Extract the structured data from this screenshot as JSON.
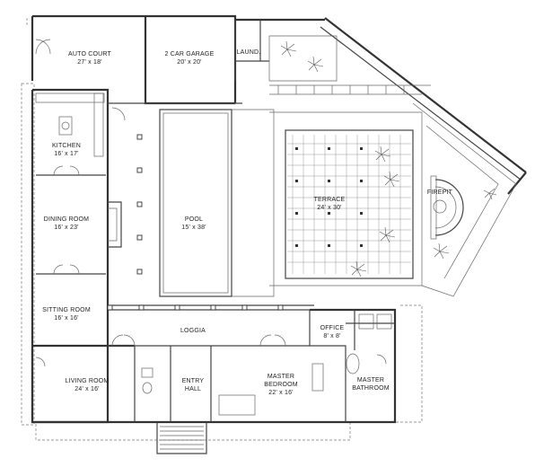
{
  "rooms": {
    "auto_court": {
      "name": "AUTO COURT",
      "size": "27' x 18'"
    },
    "garage": {
      "name": "2 CAR GARAGE",
      "size": "20' x 20'"
    },
    "laundry": {
      "name": "LAUND."
    },
    "kitchen": {
      "name": "KITCHEN",
      "size": "16' x 17'"
    },
    "dining": {
      "name": "DINING ROOM",
      "size": "16' x 23'"
    },
    "sitting": {
      "name": "SITTING ROOM",
      "size": "16' x 16'"
    },
    "pool": {
      "name": "POOL",
      "size": "15' x 38'"
    },
    "terrace": {
      "name": "TERRACE",
      "size": "24' x 30'"
    },
    "firepit": {
      "name": "FIREPIT"
    },
    "loggia": {
      "name": "LOGGIA"
    },
    "office": {
      "name": "OFFICE",
      "size": "8' x 8'"
    },
    "living": {
      "name": "LIVING ROOM",
      "size": "24' x 16'"
    },
    "entry": {
      "name": "ENTRY",
      "sub": "HALL"
    },
    "master_bedroom": {
      "name": "MASTER",
      "sub": "BEDROOM",
      "size": "22' x 16'"
    },
    "master_bathroom": {
      "name": "MASTER",
      "sub": "BATHROOM"
    }
  }
}
